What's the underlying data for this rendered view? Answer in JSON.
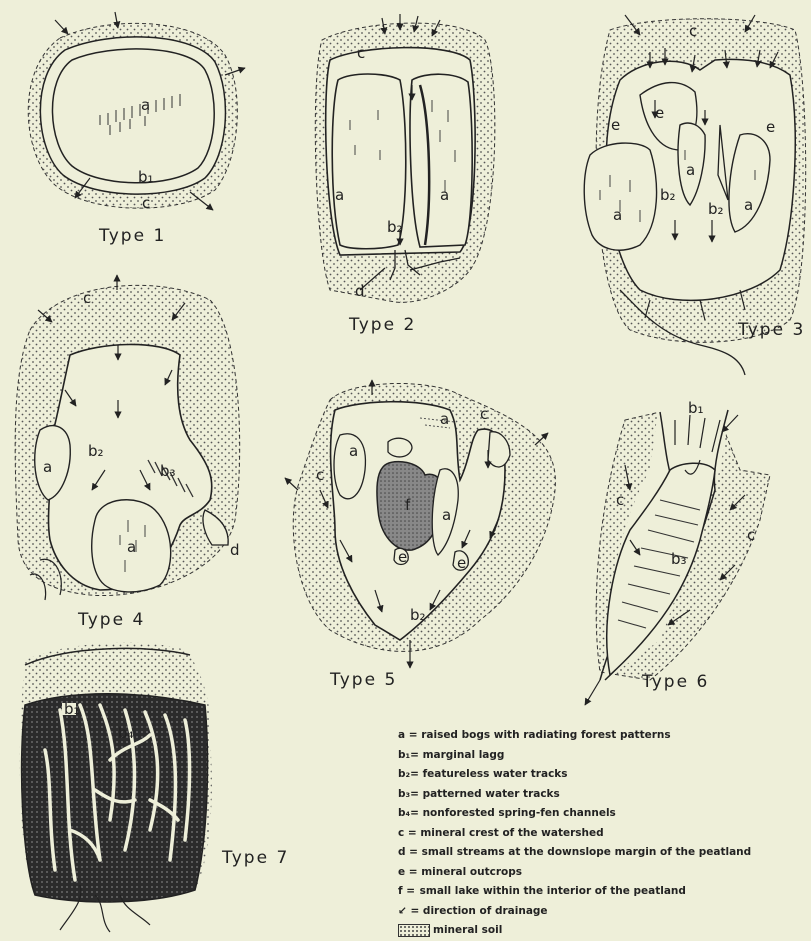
{
  "figure": {
    "panel_labels": [
      "Type 1",
      "Type 2",
      "Type 3",
      "Type 4",
      "Type 5",
      "Type 6",
      "Type 7"
    ],
    "legend": [
      {
        "key": "a =",
        "text": "raised bogs with radiating forest patterns"
      },
      {
        "key": "b₁=",
        "text": "marginal lagg"
      },
      {
        "key": "b₂=",
        "text": "featureless water tracks"
      },
      {
        "key": "b₃=",
        "text": "patterned water tracks"
      },
      {
        "key": "b₄=",
        "text": "nonforested spring-fen channels"
      },
      {
        "key": "c =",
        "text": "mineral crest of the watershed"
      },
      {
        "key": "d =",
        "text": "small streams at the downslope margin of the peatland"
      },
      {
        "key": "e =",
        "text": "mineral outcrops"
      },
      {
        "key": "f =",
        "text": "small lake within the interior of the peatland"
      },
      {
        "key": "↙ =",
        "text": "direction of drainage"
      },
      {
        "key": "",
        "text": "mineral soil",
        "swatch": true
      }
    ],
    "annotations": {
      "a": "a",
      "b1": "b₁",
      "b2": "b₂",
      "b3": "b₃",
      "b4": "b₄",
      "c": "c",
      "d": "d",
      "e": "e",
      "f": "f"
    }
  }
}
